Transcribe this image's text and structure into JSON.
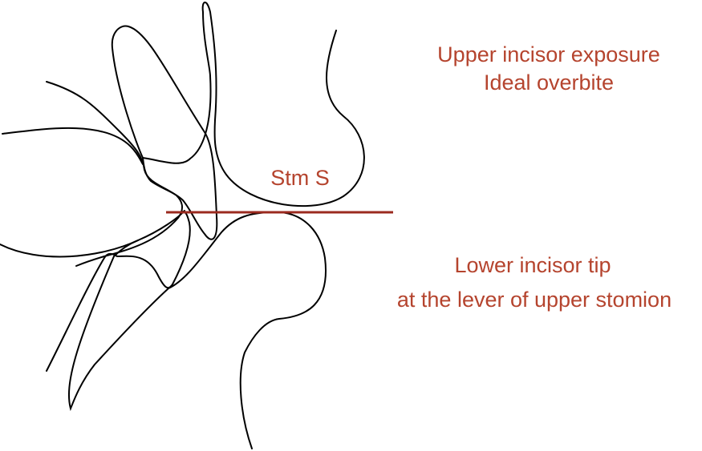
{
  "labels": {
    "upper_exposure": "Upper incisor exposure",
    "ideal_overbite": "Ideal overbite",
    "stomion": "Stm S",
    "lower_tip": "Lower incisor tip",
    "lower_tip_level": "at the lever of upper stomion"
  },
  "colors": {
    "annotation": "#b5442e",
    "reference_line": "#9b2a1f",
    "outline": "#000000"
  }
}
